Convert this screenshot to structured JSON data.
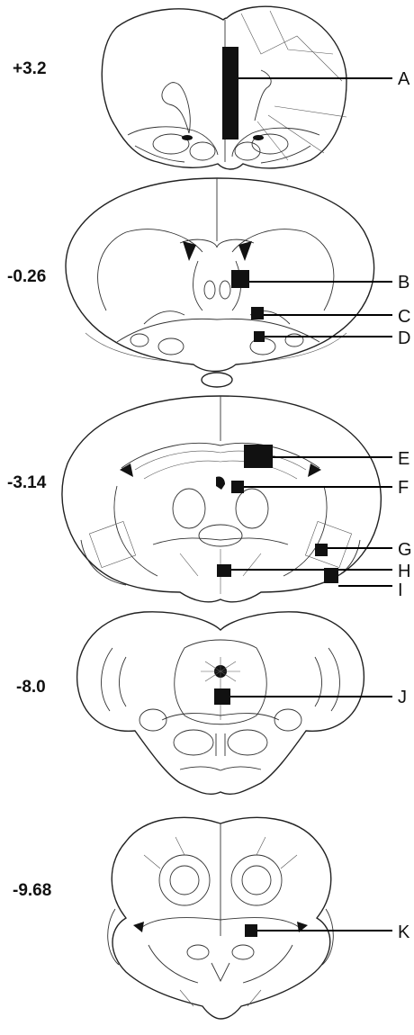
{
  "sections": [
    {
      "coordinate": "+3.2",
      "regions": [
        "A"
      ]
    },
    {
      "coordinate": "-0.26",
      "regions": [
        "B",
        "C",
        "D"
      ]
    },
    {
      "coordinate": "-3.14",
      "regions": [
        "E",
        "F",
        "G",
        "H",
        "I"
      ]
    },
    {
      "coordinate": "-8.0",
      "regions": [
        "J"
      ]
    },
    {
      "coordinate": "-9.68",
      "regions": [
        "K"
      ]
    }
  ],
  "colors": {
    "outline": "#222222",
    "marker": "#111111",
    "background": "#ffffff"
  }
}
